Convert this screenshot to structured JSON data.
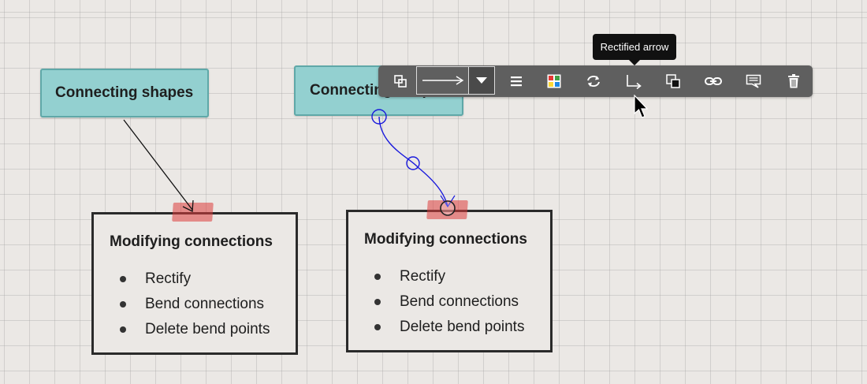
{
  "canvas": {
    "shape_left": {
      "label": "Connecting shapes"
    },
    "shape_right": {
      "label": "Connecting shapes"
    },
    "card_left": {
      "title": "Modifying connections",
      "items": [
        "Rectify",
        "Bend connections",
        "Delete bend points"
      ]
    },
    "card_right": {
      "title": "Modifying connections",
      "items": [
        "Rectify",
        "Bend connections",
        "Delete bend points"
      ]
    }
  },
  "toolbar": {
    "buttons": [
      {
        "icon": "select-icon"
      },
      {
        "icon": "arrow-style-icon"
      },
      {
        "icon": "dropdown-icon"
      },
      {
        "icon": "line-weight-icon"
      },
      {
        "icon": "color-icon"
      },
      {
        "icon": "swap-direction-icon"
      },
      {
        "icon": "rectified-arrow-icon"
      },
      {
        "icon": "arrange-icon"
      },
      {
        "icon": "link-icon"
      },
      {
        "icon": "comment-icon"
      },
      {
        "icon": "delete-icon"
      }
    ],
    "tooltip": "Rectified arrow"
  },
  "colors": {
    "shape_fill": "#93d0d0",
    "shape_border": "#5fa8a8",
    "selected_connection": "#1a1adc",
    "anchor_highlight": "#dc3c3c",
    "toolbar_bg": "#5f5f5f",
    "tooltip_bg": "#111111"
  }
}
